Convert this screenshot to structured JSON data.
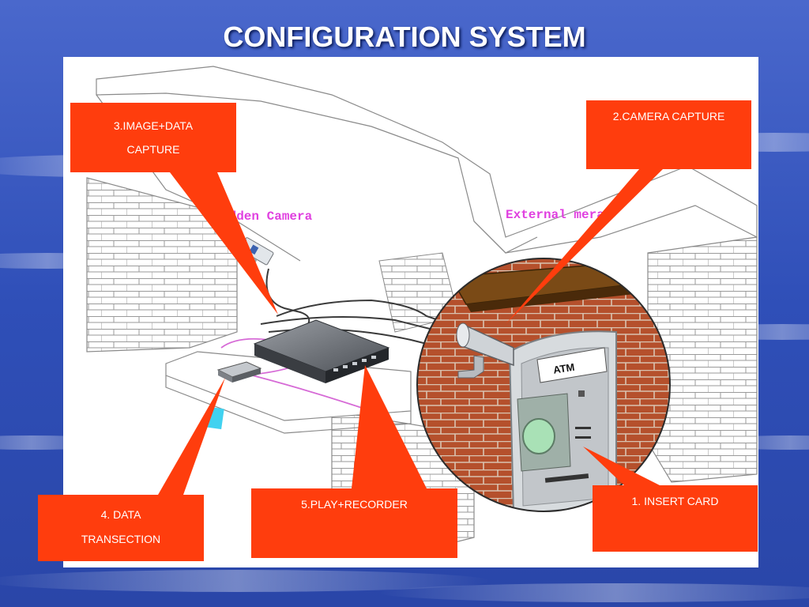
{
  "title": "CONFIGURATION SYSTEM",
  "labels": {
    "hidden_camera": "idden Camera",
    "external_camera": "External  mera",
    "atm": "ATM"
  },
  "callouts": {
    "image_data_capture": [
      "3.IMAGE+DATA",
      "CAPTURE"
    ],
    "camera_capture": "2.CAMERA CAPTURE",
    "data_transection": [
      "4. DATA",
      "TRANSECTION"
    ],
    "play_recorder": "5.PLAY+RECORDER",
    "insert_card": "1. INSERT CARD"
  },
  "colors": {
    "callout": "#ff3d0d",
    "label_text": "#e040e0",
    "background": "#3a58c0",
    "brick": "#b8502a"
  }
}
